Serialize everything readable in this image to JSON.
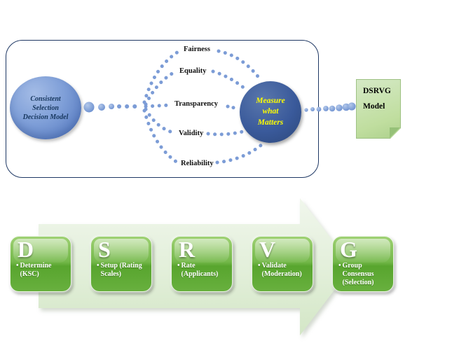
{
  "colors": {
    "panel_border": "#1f3864",
    "source_node_fill": "#7f9fd8",
    "center_node_fill": "#3a5a9b",
    "center_node_text": "#ffff00",
    "dot_blue": "#7c9cd6",
    "note_fill": "#c0de9f",
    "arrow_fill": "#e2efd9",
    "step_green": "#6fb53f",
    "step_text": "#ffffff"
  },
  "decision_model": {
    "source_node": "Consistent Selection Decision Model",
    "criteria": [
      "Fairness",
      "Equality",
      "Transparency",
      "Validity",
      "Reliability"
    ],
    "center_node": "Measure what Matters",
    "note": {
      "line1": "DSRVG",
      "line2": "Model"
    }
  },
  "process_steps": [
    {
      "letter": "D",
      "text": "Determine (KSC)"
    },
    {
      "letter": "S",
      "text": "Setup (Rating Scales)"
    },
    {
      "letter": "R",
      "text": "Rate (Applicants)"
    },
    {
      "letter": "V",
      "text": "Validate (Moderation)"
    },
    {
      "letter": "G",
      "text": "Group Consensus (Selection)"
    }
  ]
}
